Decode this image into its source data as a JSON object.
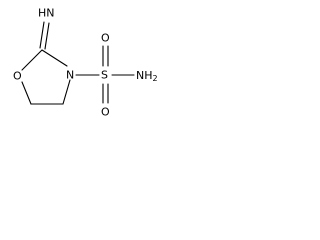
{
  "molecule": {
    "atoms": {
      "imine": "HN",
      "ring_oxygen": "O",
      "ring_nitrogen": "N",
      "sulfur": "S",
      "sulfonyl_oxygen_top": "O",
      "sulfonyl_oxygen_bottom": "O",
      "amine": "NH",
      "amine_subscript": "2"
    },
    "colors": {
      "ink": "#000000",
      "background": "#ffffff"
    }
  }
}
